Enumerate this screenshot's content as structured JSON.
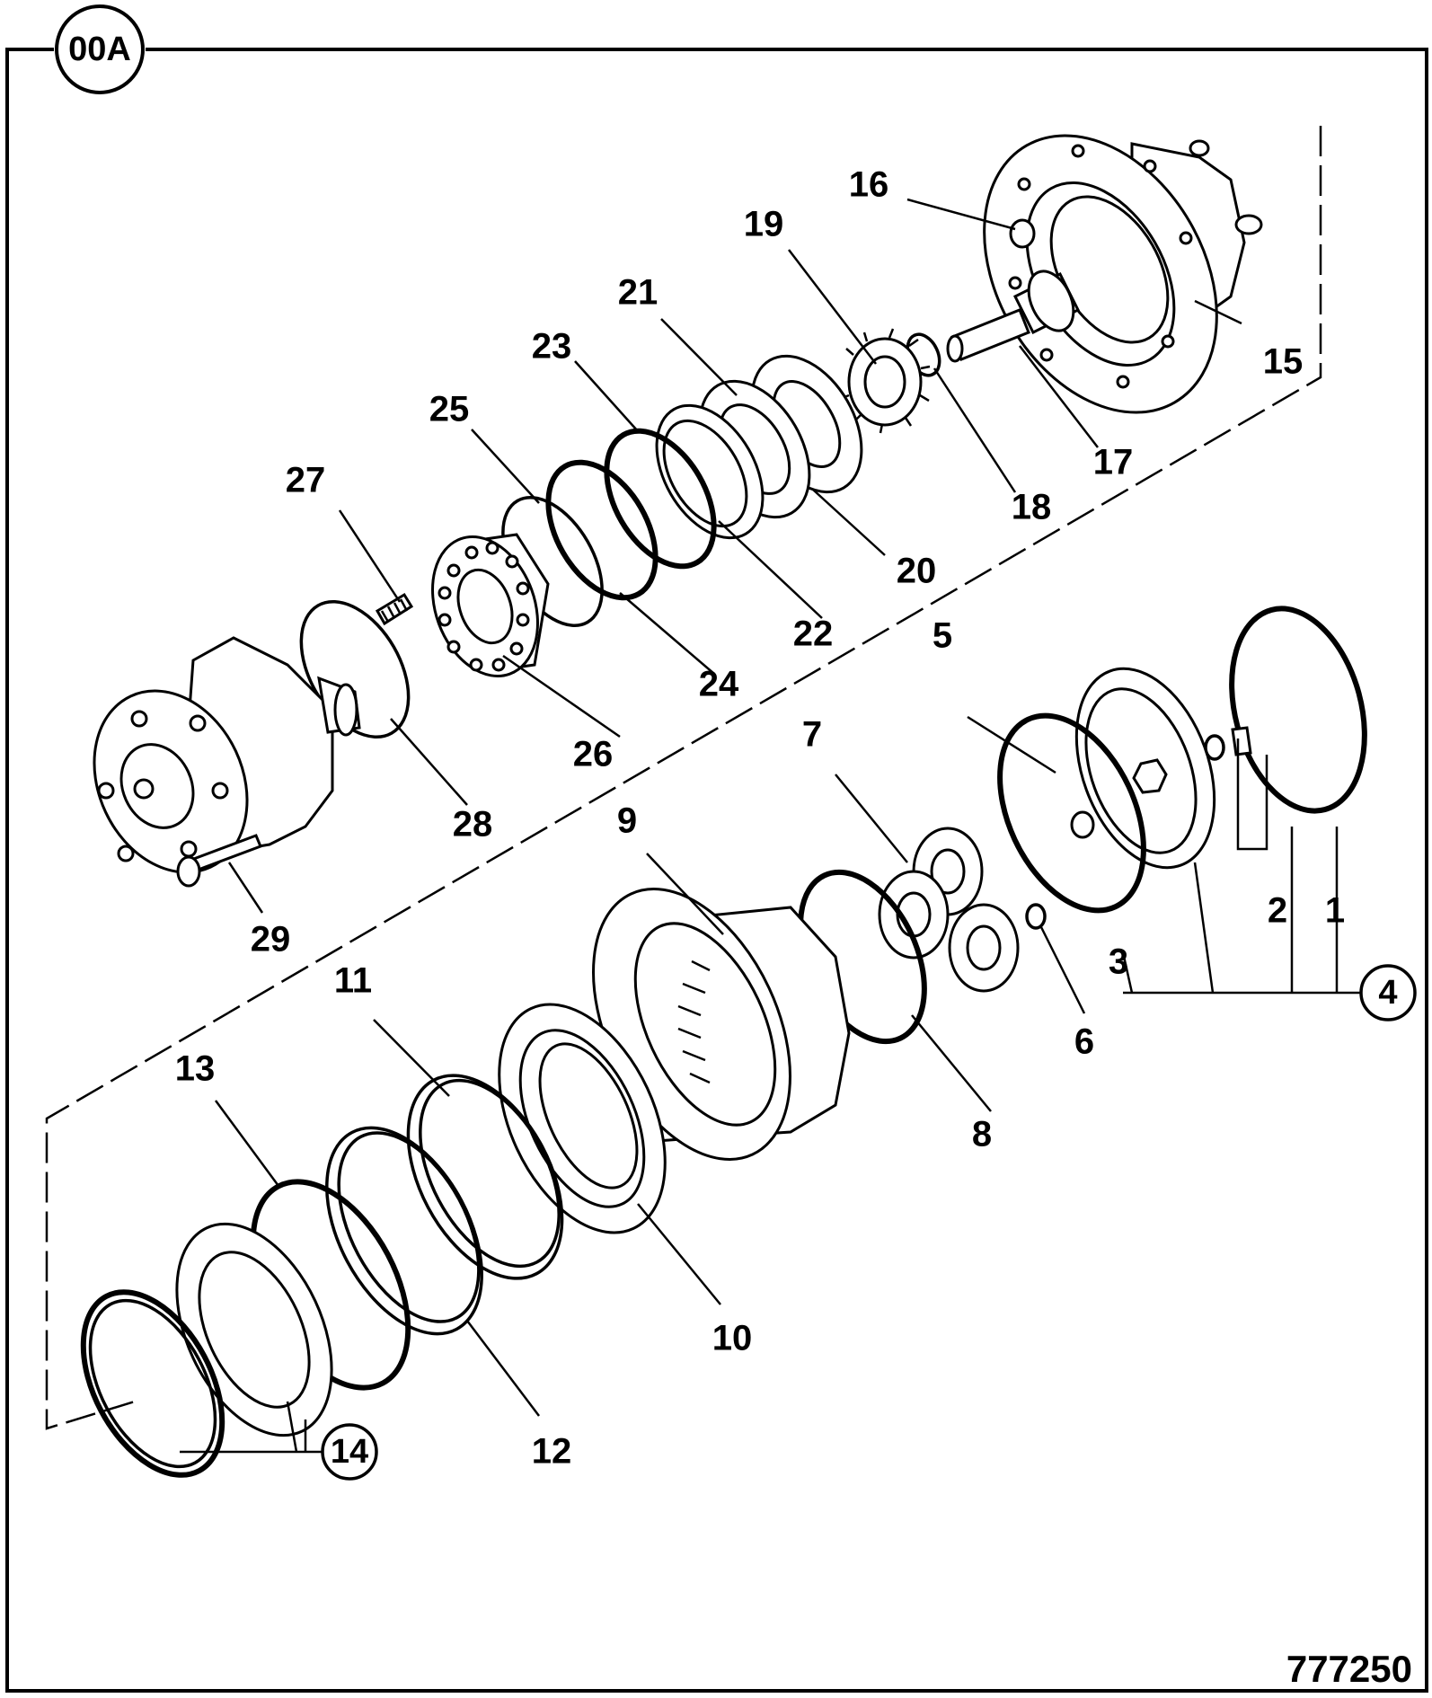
{
  "figure_badge": "00A",
  "reference_number": "777250",
  "callouts": {
    "c1": "1",
    "c2": "2",
    "c3": "3",
    "c4": "4",
    "c5": "5",
    "c6": "6",
    "c7": "7",
    "c8": "8",
    "c9": "9",
    "c10": "10",
    "c11": "11",
    "c12": "12",
    "c13": "13",
    "c14": "14",
    "c15": "15",
    "c16": "16",
    "c17": "17",
    "c18": "18",
    "c19": "19",
    "c20": "20",
    "c21": "21",
    "c22": "22",
    "c23": "23",
    "c24": "24",
    "c25": "25",
    "c26": "26",
    "c27": "27",
    "c28": "28",
    "c29": "29"
  }
}
